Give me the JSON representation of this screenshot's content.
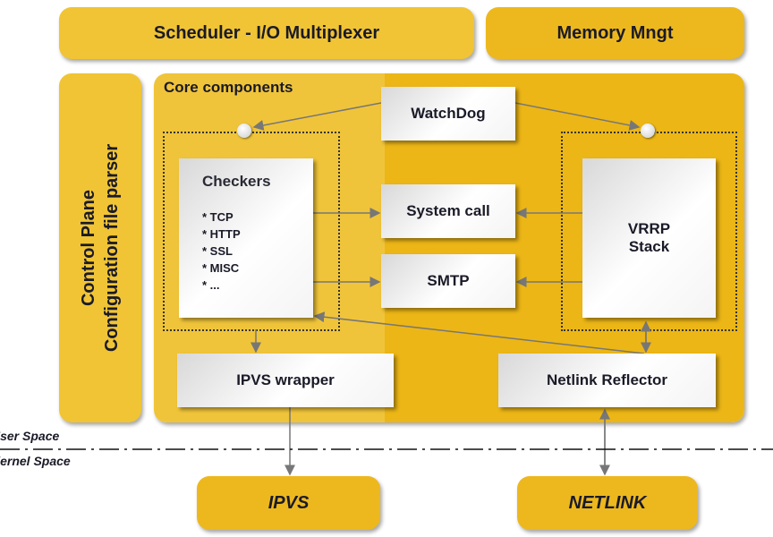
{
  "scheduler": "Scheduler - I/O Multiplexer",
  "memory": "Memory Mngt",
  "control_plane": {
    "line1": "Control Plane",
    "line2": "Configuration file parser"
  },
  "core": {
    "title": "Core components",
    "watchdog": "WatchDog",
    "system_call": "System call",
    "smtp": "SMTP",
    "vrrp": {
      "line1": "VRRP",
      "line2": "Stack"
    },
    "ipvs_wrapper": "IPVS wrapper",
    "netlink_reflector": "Netlink Reflector",
    "checkers": {
      "title": "Checkers",
      "items": [
        "* TCP",
        "* HTTP",
        "* SSL",
        "* MISC",
        "* ..."
      ]
    }
  },
  "spaces": {
    "user": "User Space",
    "kernel": "Kernel Space"
  },
  "kernel": {
    "ipvs": "IPVS",
    "netlink": "NETLINK"
  }
}
